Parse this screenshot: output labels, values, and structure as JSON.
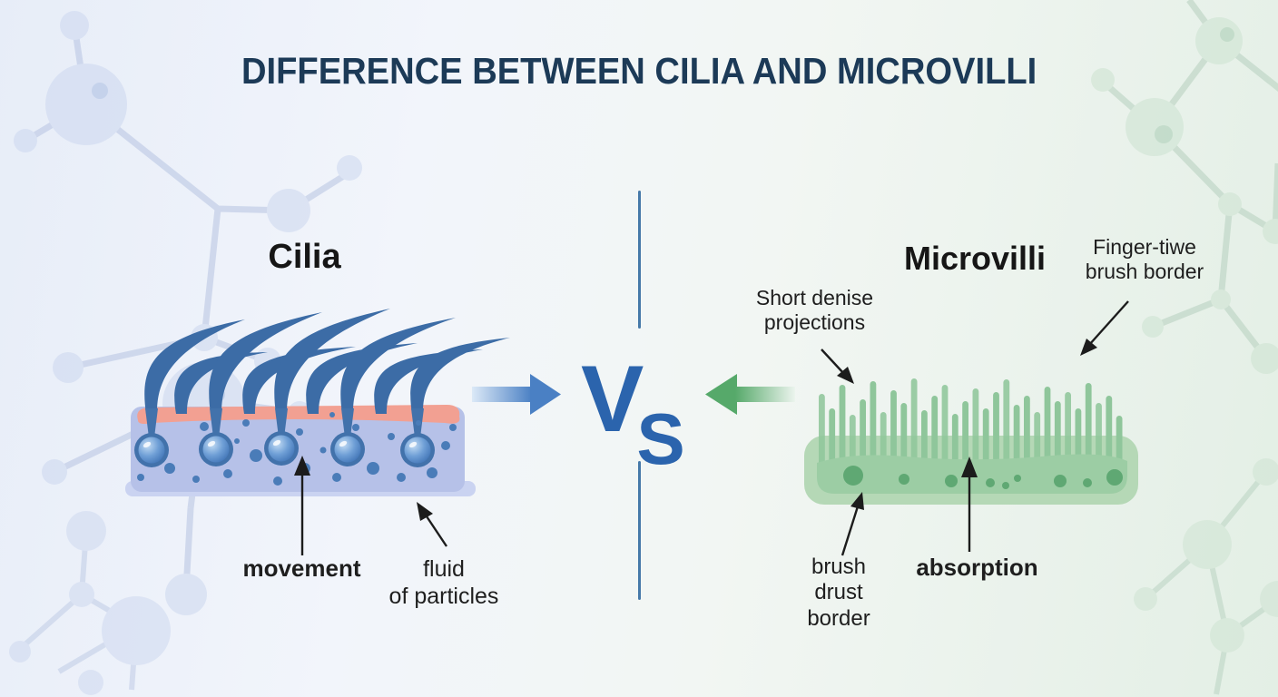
{
  "title": "DIFFERENCE BETWEEN CILIA AND MICROVILLI",
  "vs": {
    "v": "V",
    "s": "S"
  },
  "cilia": {
    "label": "Cilia",
    "movement_label": "movement",
    "fluid_lines": [
      "fluid",
      "of particles"
    ]
  },
  "microvilli": {
    "label": "Microvilli",
    "finger_lines": [
      "Finger-tiwe",
      "brush border"
    ],
    "short_lines": [
      "Short denise",
      "projections"
    ],
    "brush_lines": [
      "brush",
      "drust",
      "border"
    ],
    "absorption_label": "absorption"
  },
  "colors": {
    "title_navy": "#1c3a57",
    "vs_blue": "#2b64ad",
    "divider_blue": "#4679a9",
    "arrow_blue": "#4a80c4",
    "arrow_green": "#56a96a",
    "annotation_black": "#1e1e1e",
    "cilia_strand_blue": "#3c6ca6",
    "cilia_cell_lavender": "#b6c1e8",
    "cilia_cap_pink": "#f2a092",
    "cilia_dot_blue": "#4a7cb8",
    "microvilli_finger_green": "#8fc69b",
    "microvilli_cell_green": "#b5d8b6",
    "microvilli_dot_green": "#5fa873",
    "background_left": "#e7edf8",
    "background_right": "#e3efe5"
  }
}
